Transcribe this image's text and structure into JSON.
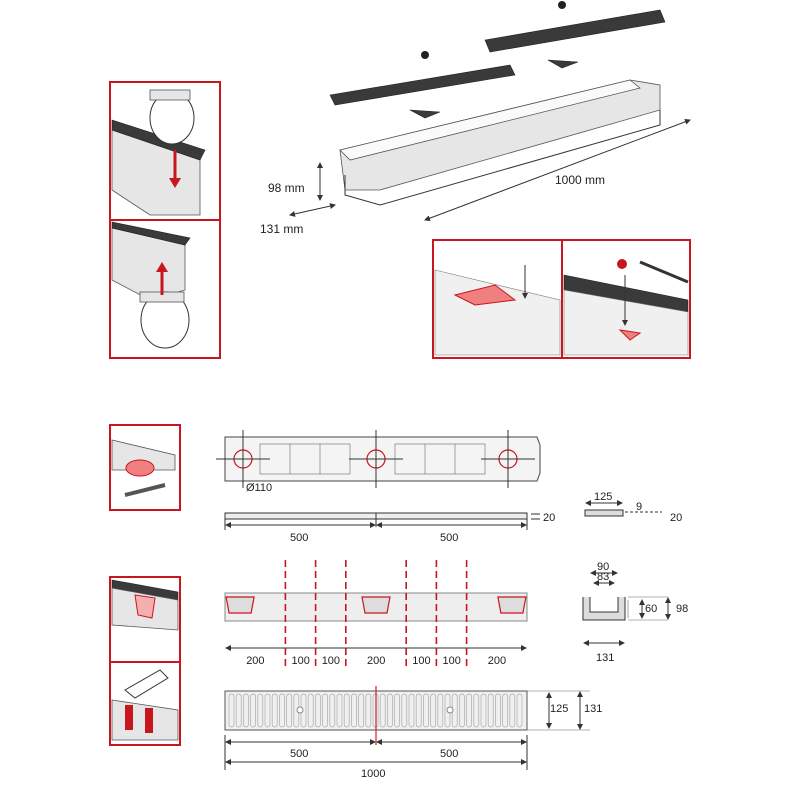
{
  "iso_view": {
    "height_label": "98 mm",
    "width_label": "131 mm",
    "length_label": "1000 mm"
  },
  "top_view": {
    "diameter_label": "Ø110"
  },
  "side_view": {
    "half_left": "500",
    "half_right": "500",
    "thickness": "20"
  },
  "grate_section": {
    "width": "125",
    "edge": "9",
    "height": "20"
  },
  "cut_view": {
    "segments": [
      "200",
      "100",
      "100",
      "200",
      "100",
      "100",
      "200"
    ]
  },
  "channel_section": {
    "outer_top": "90",
    "inner_top": "83",
    "inner_height": "60",
    "outer_height": "98",
    "bottom_width": "131"
  },
  "grate_plan": {
    "half_left": "500",
    "half_right": "500",
    "total": "1000",
    "inner_width": "125",
    "outer_width": "131"
  },
  "colors": {
    "accent_red": "#c8161e"
  }
}
